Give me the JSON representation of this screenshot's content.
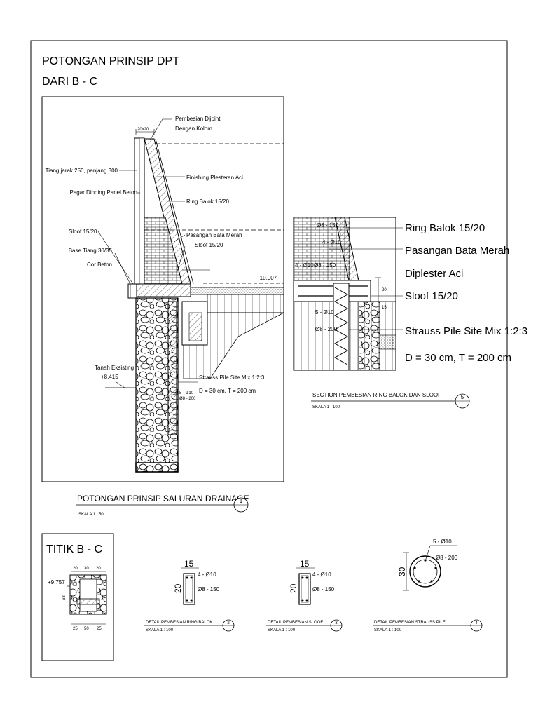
{
  "sheet": {
    "title_line1": "POTONGAN PRINSIP DPT",
    "title_line2": "DARI B - C"
  },
  "main_section": {
    "labels": {
      "pembesian": "Pembesian Dijoint",
      "dengan_kolom": "Dengan Kolom",
      "top_dim": "20x20",
      "tiang_jarak": "Tiang jarak 250, panjang 300",
      "finishing": "Finishing Plesteran Aci",
      "pagar": "Pagar Dinding Panel Beton",
      "ring_balok": "Ring Balok 15/20",
      "sloof": "Sloof 15/20",
      "pasangan": "Pasangan Bata Merah",
      "sloof2": "Sloof 15/20",
      "base_tiang": "Base Tiang 30/35",
      "cor_beton": "Cor Beton",
      "elev_top": "+10.007",
      "tanah": "Tanah Eksisting",
      "elev_tanah": "+8.415",
      "strauss_a": "Strauss Pile Site Mix 1:2:3",
      "strauss_b": "D = 30 cm, T = 200 cm",
      "rebar_a": "5 - Ø10",
      "rebar_b": "Ø8 - 200"
    },
    "caption": {
      "title": "POTONGAN PRINSIP SALURAN DRAINAGE",
      "scale": "SKALA 1 : 50",
      "number": "1"
    }
  },
  "section5": {
    "rebar_labels": [
      "Ø8 - 150",
      "4 - Ø10",
      "4 - Ø10",
      "Ø8 - 150",
      "5 - Ø10",
      "Ø8 - 200"
    ],
    "dims": [
      "20",
      "15"
    ],
    "legend": [
      "Ring Balok 15/20",
      "Pasangan Bata Merah",
      "Diplester Aci",
      "Sloof 15/20",
      "Strauss Pile Site Mix 1:2:3",
      "D = 30 cm, T = 200 cm"
    ],
    "caption": {
      "title": "SECTION PEMBESIAN RING BALOK DAN SLOOF",
      "scale": "SKALA 1 : 100",
      "number": "5"
    }
  },
  "titik": {
    "title": "TITIK B - C",
    "elev": "+9.757",
    "dims_top": [
      "20",
      "30",
      "20"
    ],
    "dims_bottom": [
      "25",
      "50",
      "25"
    ],
    "dim_side": "68"
  },
  "details": [
    {
      "title": "DETAIL PEMBESIAN RING BALOK",
      "scale": "SKALA 1 : 100",
      "number": "2",
      "width": "15",
      "height": "20",
      "bar": "4 - Ø10",
      "stirrup": "Ø8 - 150"
    },
    {
      "title": "DETAIL PEMBESIAN SLOOF",
      "scale": "SKALA 1 : 100",
      "number": "3",
      "width": "15",
      "height": "20",
      "bar": "4 - Ø10",
      "stirrup": "Ø8 - 150"
    },
    {
      "title": "DETAIL PEMBESIAN STRAUSS PILE",
      "scale": "SKALA 1 : 100",
      "number": "4",
      "diameter": "30",
      "bar": "5 - Ø10",
      "stirrup": "Ø8 - 200"
    }
  ]
}
